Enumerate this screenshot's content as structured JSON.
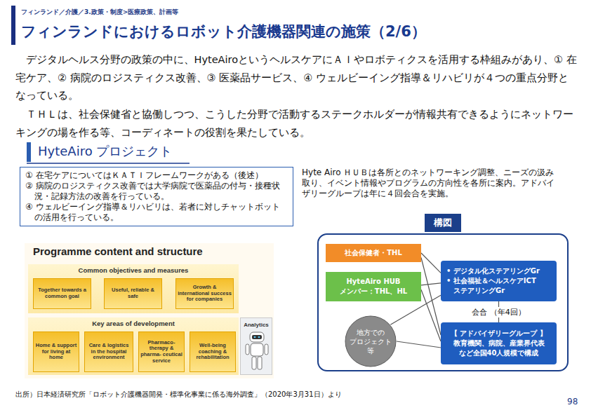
{
  "diagram": {
    "title": "フィンランドにおけるロボット介護機器関連の施策（2/6）",
    "nodes": [
      {
        "text": [
          "① 在宅ケアについてはＫＡＴＩフレームワークがある（後述）",
          "② 病院のロジスティクス改善では大学病院で医薬品の付与・接種状況・記録方法の改善を行っている。",
          "④ ウェルビーイング指導＆リハビリは、若者に対しチャットボットの活用を行っている。"
        ]
      },
      {
        "text": [
          "Programme content and structure"
        ]
      },
      {
        "text": [
          "Common objectives and measures"
        ],
        "in": 1
      },
      {
        "text": [
          "Together towards a common goal"
        ],
        "in": 2
      },
      {
        "text": [
          "Useful, reliable & safe"
        ],
        "in": 2
      },
      {
        "text": [
          "Growth & international success for companies"
        ],
        "in": 2
      },
      {
        "text": [
          "Key areas of development"
        ],
        "in": 1
      },
      {
        "text": [
          "Home & support for living at home"
        ],
        "in": 6
      },
      {
        "text": [
          "Care & logistics in the hospital environment"
        ],
        "in": 6
      },
      {
        "text": [
          "Pharmaco- therapy & pharma- ceutical service"
        ],
        "in": 6
      },
      {
        "text": [
          "Well-being coaching & rehabilitation"
        ],
        "in": 6
      },
      {
        "text": [
          "Analytics"
        ],
        "in": 1
      },
      {
        "text": [
          "構図"
        ]
      },
      {
        "text": [
          "社会保健者・THL"
        ],
        "in": 12
      },
      {
        "text": [
          "HyteAiro HUB メンバー：THL、HL"
        ],
        "in": 12
      },
      {
        "text": [
          "地方での プロジェクト 等"
        ],
        "in": 12
      },
      {
        "text": [
          "• デジタル化ステアリングGr",
          "• 社会福祉＆ヘルスケアICT ステアリングGr"
        ],
        "in": 12
      },
      {
        "text": [
          "【 アドバイザリーグループ 】",
          "教育機関、病院、産業界代表 など全国40人規模で構成"
        ],
        "in": 12
      }
    ],
    "edges": [
      {
        "from": 13,
        "to": 16,
        "arrow": "none"
      },
      {
        "from": 13,
        "to": 17,
        "arrow": "none"
      },
      {
        "from": 14,
        "to": 16,
        "arrow": "none"
      },
      {
        "from": 14,
        "to": 17,
        "arrow": "none"
      },
      {
        "from": 15,
        "to": 16,
        "arrow": "none"
      },
      {
        "from": 15,
        "to": 17,
        "arrow": "none"
      },
      {
        "from": 16,
        "to": 17,
        "label": "会合 （年4回）",
        "arrow": "none"
      }
    ],
    "labels": [
      "フィンランド／介護／3.政策・制度>医療政策、計画等",
      "デジタルヘルス分野の政策の中に、HyteAiroというヘルスケアにＡＩやロボティクスを活用する枠組みがあり、① 在宅ケア、② 病院のロジスティクス改善、③ 医薬品サービス、④ ウェルビーイング指導＆リハビリが４つの重点分野となっている。",
      "ＴＨＬは、社会保健省と協働しつつ、こうした分野で活動するステークホルダーが情報共有できるようにネットワーキングの場を作る等、コーディネートの役割を果たしている。",
      "HyteAiro プロジェクト",
      "Hyte Airo ＨＵＢは各所とのネットワーキング調整、ニーズの汲み取り、イベント情報やプログラムの方向性を各所に案内。アドバイザリーグループは年に４回会合を実施。",
      "出所）日本経済研究所「ロボット介護機器開発・標準化事業に係る海外調査」（2020年3月31日）より",
      "98"
    ]
  }
}
